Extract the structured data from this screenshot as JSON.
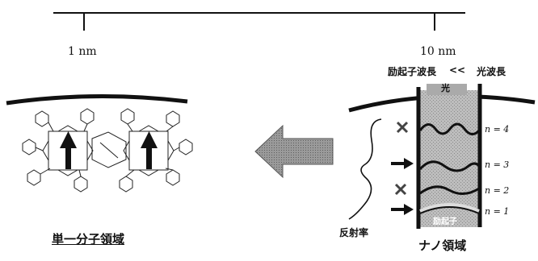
{
  "scale": {
    "left_label": "1 nm",
    "right_label": "10 nm"
  },
  "nano": {
    "top_caption": {
      "exciton_wavelength": "励起子波長",
      "relation": "<<",
      "light_wavelength": "光波長"
    },
    "light_label": "光",
    "exciton_label": "励起子",
    "levels": [
      {
        "label": "n = 4"
      },
      {
        "label": "n = 3"
      },
      {
        "label": "n = 2"
      },
      {
        "label": "n = 1"
      }
    ],
    "reflectivity_label": "反射率",
    "region_label": "ナノ領域"
  },
  "molecule": {
    "region_label": "単一分子領域"
  },
  "colors": {
    "ink": "#111111",
    "shade": "#9a9a9a",
    "arrow": "#777777"
  }
}
